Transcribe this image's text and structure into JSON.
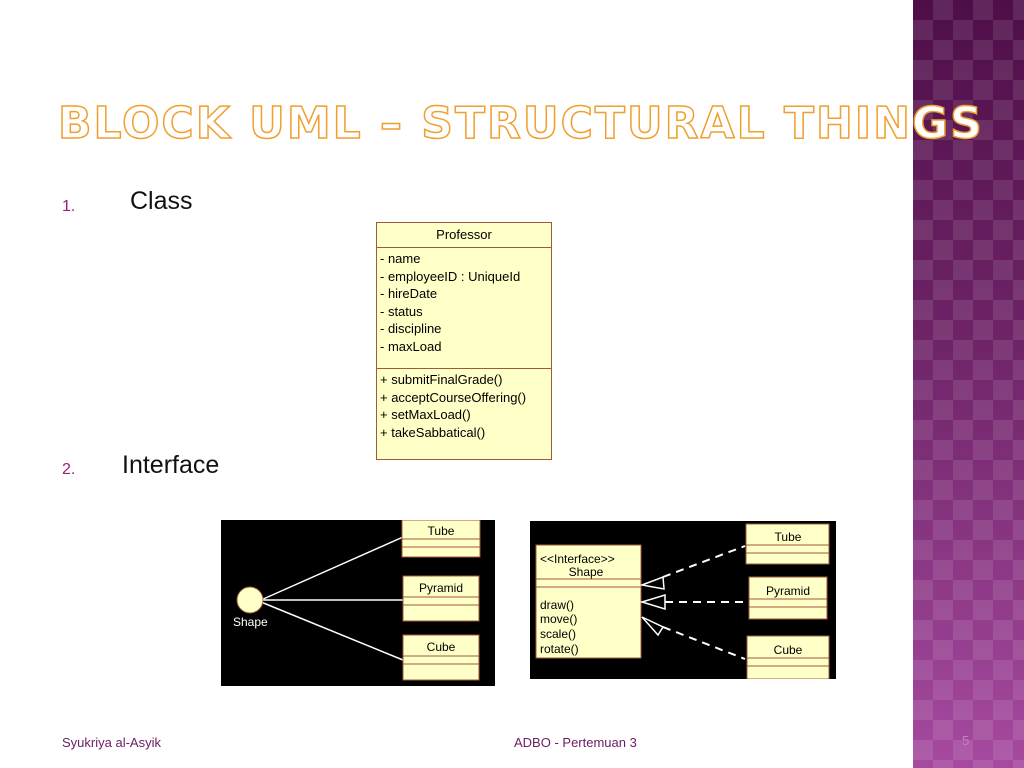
{
  "slide": {
    "title": "BLOCK UML – STRUCTURAL THINGS",
    "items": [
      {
        "number": "1.",
        "label": "Class"
      },
      {
        "number": "2.",
        "label": "Interface"
      }
    ]
  },
  "class_diagram": {
    "name": "Professor",
    "attributes": [
      "- name",
      "- employeeID : UniqueId",
      "- hireDate",
      "- status",
      "- discipline",
      "- maxLoad"
    ],
    "operations": [
      "+ submitFinalGrade()",
      "+ acceptCourseOffering()",
      "+ setMaxLoad()",
      "+ takeSabbatical()"
    ]
  },
  "interface_lollipop": {
    "interface_label": "Shape",
    "classes": [
      "Tube",
      "Pyramid",
      "Cube"
    ]
  },
  "interface_realization": {
    "stereotype": "<<Interface>>",
    "name": "Shape",
    "operations": [
      "draw()",
      "move()",
      "scale()",
      "rotate()"
    ],
    "classes": [
      "Tube",
      "Pyramid",
      "Cube"
    ]
  },
  "footer": {
    "author": "Syukriya  al-Asyik",
    "course": "ADBO - Pertemuan 3",
    "page": "5"
  },
  "colors": {
    "title_outline": "#f0a030",
    "uml_fill": "#ffffc8",
    "uml_border": "#a05a3a",
    "accent_purple": "#7c2f78"
  }
}
